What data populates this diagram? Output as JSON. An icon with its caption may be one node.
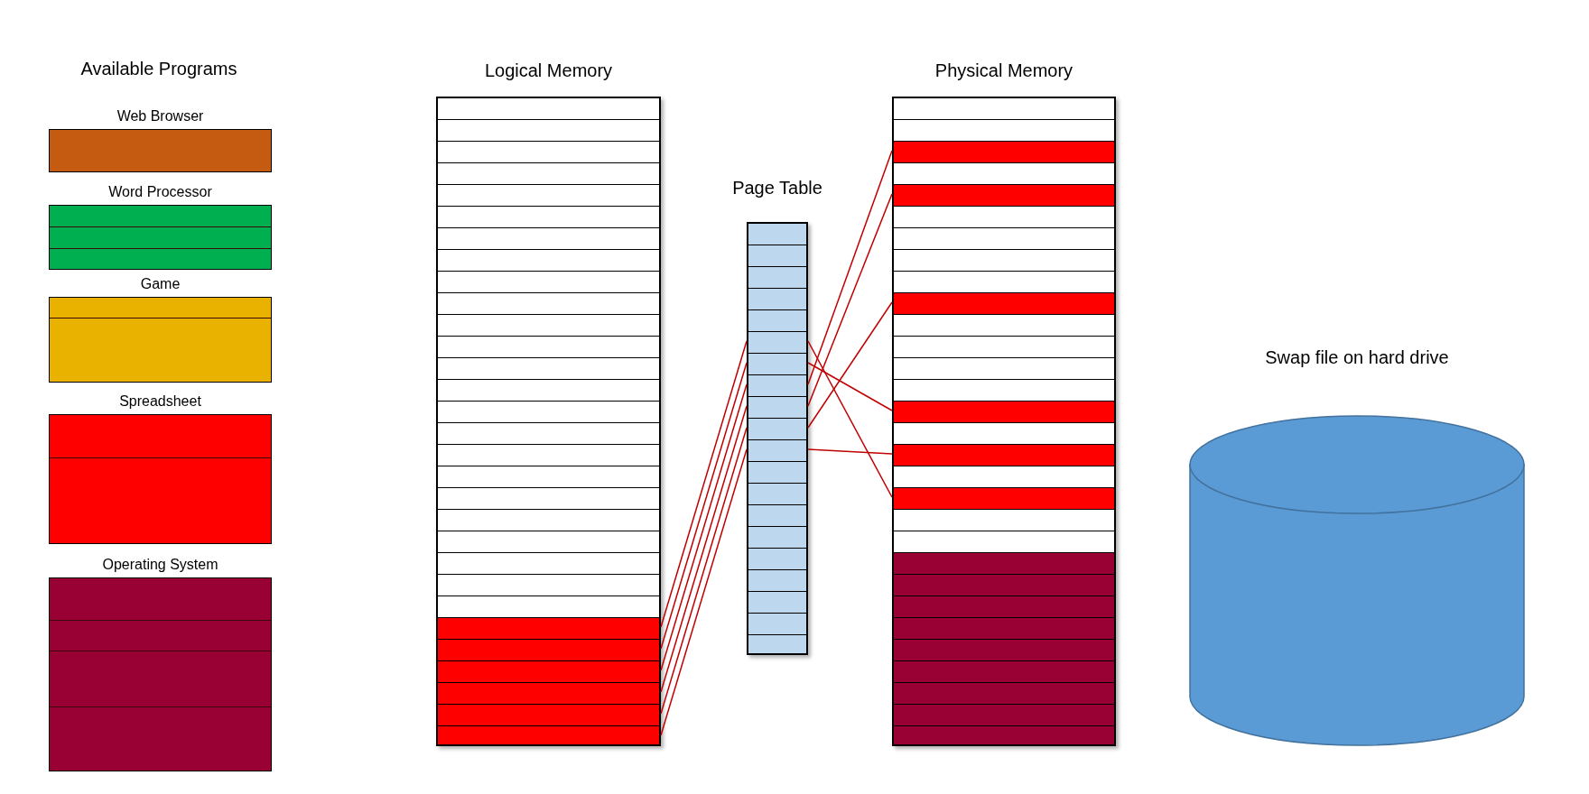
{
  "diagram": {
    "nodes": [
      {
        "text": [
          "Web Browser"
        ]
      },
      {
        "text": [
          "Word Processor"
        ]
      },
      {
        "text": [
          "Game"
        ]
      },
      {
        "text": [
          "Spreadsheet"
        ]
      },
      {
        "text": [
          "Operating System"
        ]
      },
      {
        "text": [
          "Logical Memory"
        ]
      },
      {
        "text": [],
        "shape": "box",
        "in": 5
      },
      {
        "text": [],
        "shape": "box",
        "in": 5
      },
      {
        "text": [],
        "shape": "box",
        "in": 5
      },
      {
        "text": [],
        "shape": "box",
        "in": 5
      },
      {
        "text": [],
        "shape": "box",
        "in": 5
      },
      {
        "text": [],
        "shape": "box",
        "in": 5
      },
      {
        "text": [],
        "shape": "box",
        "in": 5
      },
      {
        "text": [],
        "shape": "box",
        "in": 5
      },
      {
        "text": [],
        "shape": "box",
        "in": 5
      },
      {
        "text": [],
        "shape": "box",
        "in": 5
      },
      {
        "text": [],
        "shape": "box",
        "in": 5
      },
      {
        "text": [],
        "shape": "box",
        "in": 5
      },
      {
        "text": [],
        "shape": "box",
        "in": 5
      },
      {
        "text": [],
        "shape": "box",
        "in": 5
      },
      {
        "text": [],
        "shape": "box",
        "in": 5
      },
      {
        "text": [],
        "shape": "box",
        "in": 5
      },
      {
        "text": [],
        "shape": "box",
        "in": 5
      },
      {
        "text": [],
        "shape": "box",
        "in": 5
      },
      {
        "text": [],
        "shape": "box",
        "in": 5
      },
      {
        "text": [],
        "shape": "box",
        "in": 5
      },
      {
        "text": [],
        "shape": "box",
        "in": 5
      },
      {
        "text": [],
        "shape": "box",
        "in": 5
      },
      {
        "text": [],
        "shape": "box",
        "in": 5
      },
      {
        "text": [],
        "shape": "box",
        "in": 5
      },
      {
        "text": [],
        "shape": "box",
        "in": 5
      },
      {
        "text": [],
        "shape": "box",
        "in": 5
      },
      {
        "text": [],
        "shape": "box",
        "in": 5
      },
      {
        "text": [],
        "shape": "box",
        "in": 5
      },
      {
        "text": [],
        "shape": "box",
        "in": 5
      },
      {
        "text": [],
        "shape": "box",
        "in": 5
      },
      {
        "text": [
          "Page Table"
        ]
      },
      {
        "text": [],
        "shape": "box",
        "in": 36
      },
      {
        "text": [],
        "shape": "box",
        "in": 36
      },
      {
        "text": [],
        "shape": "box",
        "in": 36
      },
      {
        "text": [],
        "shape": "box",
        "in": 36
      },
      {
        "text": [],
        "shape": "box",
        "in": 36
      },
      {
        "text": [],
        "shape": "box",
        "in": 36
      },
      {
        "text": [],
        "shape": "box",
        "in": 36
      },
      {
        "text": [],
        "shape": "box",
        "in": 36
      },
      {
        "text": [],
        "shape": "box",
        "in": 36
      },
      {
        "text": [],
        "shape": "box",
        "in": 36
      },
      {
        "text": [],
        "shape": "box",
        "in": 36
      },
      {
        "text": [],
        "shape": "box",
        "in": 36
      },
      {
        "text": [],
        "shape": "box",
        "in": 36
      },
      {
        "text": [],
        "shape": "box",
        "in": 36
      },
      {
        "text": [],
        "shape": "box",
        "in": 36
      },
      {
        "text": [],
        "shape": "box",
        "in": 36
      },
      {
        "text": [],
        "shape": "box",
        "in": 36
      },
      {
        "text": [],
        "shape": "box",
        "in": 36
      },
      {
        "text": [],
        "shape": "box",
        "in": 36
      },
      {
        "text": [],
        "shape": "box",
        "in": 36
      },
      {
        "text": [
          "Physical Memory"
        ]
      },
      {
        "text": [],
        "shape": "box",
        "in": 57
      },
      {
        "text": [],
        "shape": "box",
        "in": 57
      },
      {
        "text": [],
        "shape": "box",
        "in": 57
      },
      {
        "text": [],
        "shape": "box",
        "in": 57
      },
      {
        "text": [],
        "shape": "box",
        "in": 57
      },
      {
        "text": [],
        "shape": "box",
        "in": 57
      },
      {
        "text": [],
        "shape": "box",
        "in": 57
      },
      {
        "text": [],
        "shape": "box",
        "in": 57
      },
      {
        "text": [],
        "shape": "box",
        "in": 57
      },
      {
        "text": [],
        "shape": "box",
        "in": 57
      },
      {
        "text": [],
        "shape": "box",
        "in": 57
      },
      {
        "text": [],
        "shape": "box",
        "in": 57
      },
      {
        "text": [],
        "shape": "box",
        "in": 57
      },
      {
        "text": [],
        "shape": "box",
        "in": 57
      },
      {
        "text": [],
        "shape": "box",
        "in": 57
      },
      {
        "text": [],
        "shape": "box",
        "in": 57
      },
      {
        "text": [],
        "shape": "box",
        "in": 57
      },
      {
        "text": [],
        "shape": "box",
        "in": 57
      },
      {
        "text": [],
        "shape": "box",
        "in": 57
      },
      {
        "text": [],
        "shape": "box",
        "in": 57
      },
      {
        "text": [],
        "shape": "box",
        "in": 57
      },
      {
        "text": [],
        "shape": "box",
        "in": 57
      },
      {
        "text": [],
        "shape": "box",
        "in": 57
      },
      {
        "text": [],
        "shape": "box",
        "in": 57
      },
      {
        "text": [],
        "shape": "box",
        "in": 57
      },
      {
        "text": [],
        "shape": "box",
        "in": 57
      },
      {
        "text": [],
        "shape": "box",
        "in": 57
      },
      {
        "text": [],
        "shape": "box",
        "in": 57
      },
      {
        "text": [],
        "shape": "box",
        "in": 57
      },
      {
        "text": [],
        "shape": "box",
        "in": 57
      },
      {
        "text": [
          "Swap file on hard drive"
        ]
      }
    ],
    "edges": [
      {
        "from": 30,
        "to": 42,
        "arrow": "none"
      },
      {
        "from": 31,
        "to": 43,
        "arrow": "none"
      },
      {
        "from": 32,
        "to": 44,
        "arrow": "none"
      },
      {
        "from": 33,
        "to": 45,
        "arrow": "none"
      },
      {
        "from": 34,
        "to": 46,
        "arrow": "none"
      },
      {
        "from": 35,
        "to": 47,
        "arrow": "none"
      },
      {
        "from": 42,
        "to": 76,
        "arrow": "none"
      },
      {
        "from": 43,
        "to": 72,
        "arrow": "none"
      },
      {
        "from": 44,
        "to": 60,
        "arrow": "none"
      },
      {
        "from": 45,
        "to": 62,
        "arrow": "none"
      },
      {
        "from": 46,
        "to": 67,
        "arrow": "none"
      },
      {
        "from": 47,
        "to": 74,
        "arrow": "none"
      }
    ],
    "labels": [
      "Available Programs"
    ]
  }
}
